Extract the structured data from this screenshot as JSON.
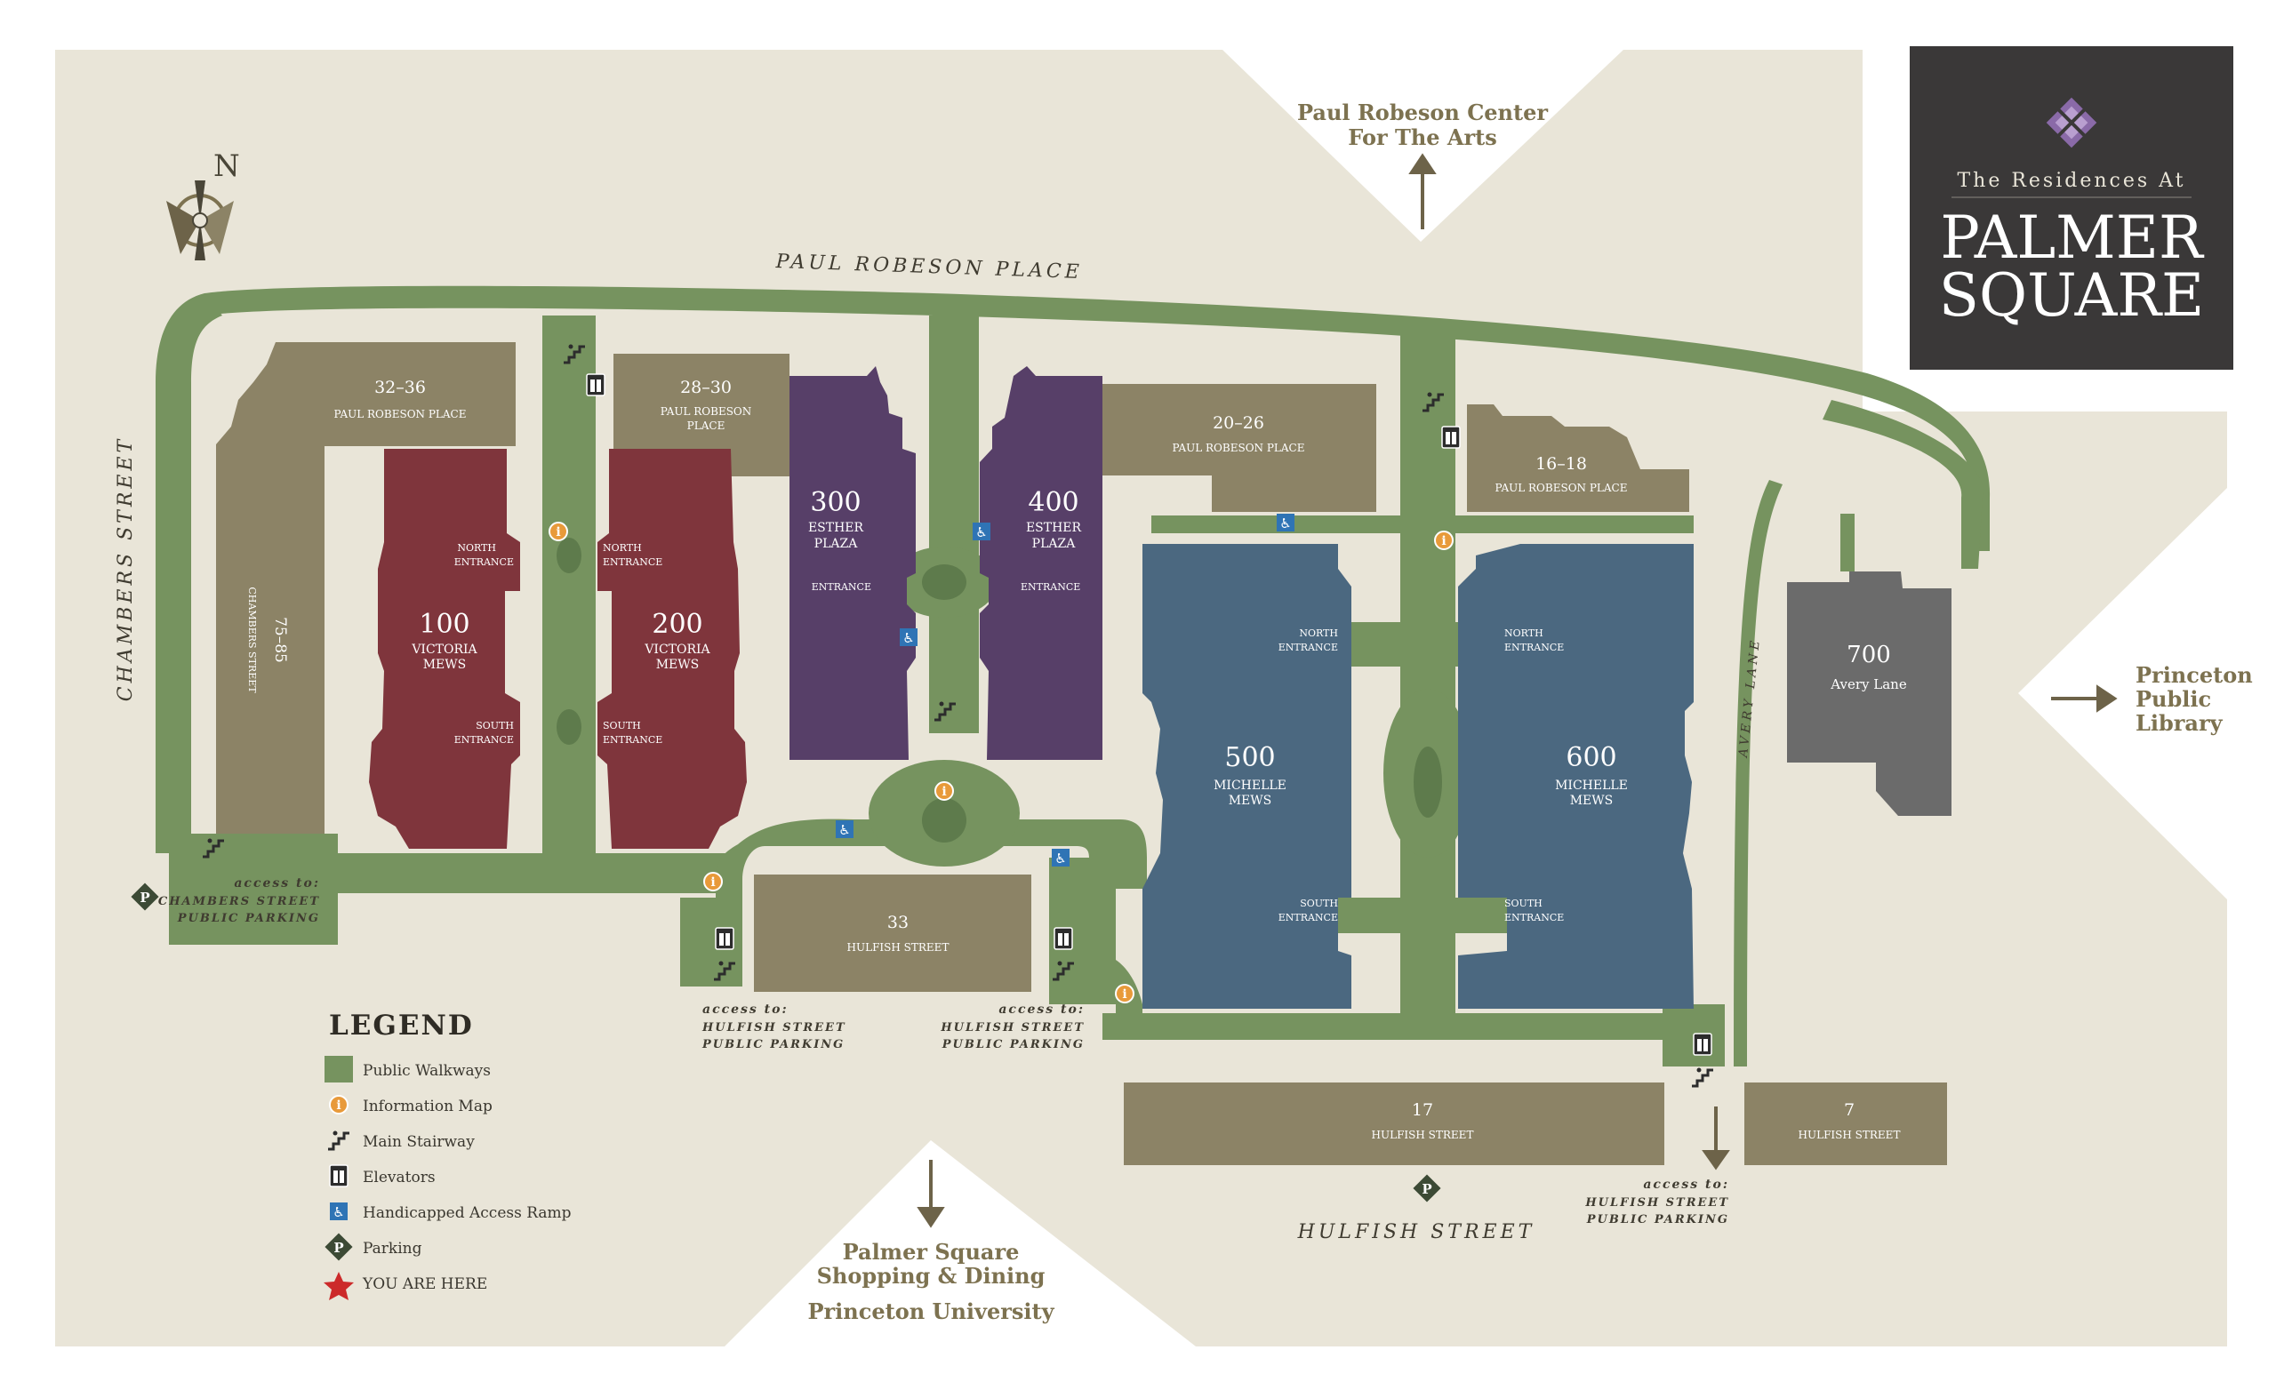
{
  "colors": {
    "background": "#e9e5d8",
    "walkway": "#76935f",
    "beige_building": "#8c8366",
    "red_building": "#7f353c",
    "purple_building": "#573f68",
    "blue_building": "#4b6880",
    "gray_building": "#6b6b6b",
    "logo_bg": "#3a3838",
    "info": "#e89a3a",
    "access": "#2f74b5",
    "parking": "#3c4a35",
    "star": "#cc2a2a"
  },
  "streets": {
    "top": "PAUL ROBESON PLACE",
    "left": "CHAMBERS STREET",
    "bottom": "HULFISH STREET",
    "right": "AVERY LANE"
  },
  "destinations": {
    "top_line1": "Paul Robeson Center",
    "top_line2": "For The Arts",
    "right_line1": "Princeton",
    "right_line2": "Public",
    "right_line3": "Library",
    "bottom_line1": "Palmer Square",
    "bottom_line2": "Shopping & Dining",
    "bottom_line3": "Princeton University"
  },
  "logo": {
    "line1": "The Residences At",
    "line2": "PALMER",
    "line3": "SQUARE"
  },
  "buildings": {
    "b32": {
      "number": "32–36",
      "name": "PAUL ROBESON PLACE"
    },
    "b28": {
      "number": "28–30",
      "name1": "PAUL ROBESON",
      "name2": "PLACE"
    },
    "b75": {
      "number": "75–85",
      "name": "CHAMBERS STREET"
    },
    "b100": {
      "number": "100",
      "name1": "VICTORIA",
      "name2": "MEWS",
      "north": [
        "NORTH",
        "ENTRANCE"
      ],
      "south": [
        "SOUTH",
        "ENTRANCE"
      ]
    },
    "b200": {
      "number": "200",
      "name1": "VICTORIA",
      "name2": "MEWS",
      "north": [
        "NORTH",
        "ENTRANCE"
      ],
      "south": [
        "SOUTH",
        "ENTRANCE"
      ]
    },
    "b300": {
      "number": "300",
      "name1": "ESTHER",
      "name2": "PLAZA",
      "entrance": "ENTRANCE"
    },
    "b400": {
      "number": "400",
      "name1": "ESTHER",
      "name2": "PLAZA",
      "entrance": "ENTRANCE"
    },
    "b20": {
      "number": "20–26",
      "name": "PAUL ROBESON PLACE"
    },
    "b16": {
      "number": "16–18",
      "name": "PAUL ROBESON PLACE"
    },
    "b500": {
      "number": "500",
      "name1": "MICHELLE",
      "name2": "MEWS",
      "north": [
        "NORTH",
        "ENTRANCE"
      ],
      "south": [
        "SOUTH",
        "ENTRANCE"
      ]
    },
    "b600": {
      "number": "600",
      "name1": "MICHELLE",
      "name2": "MEWS",
      "north": [
        "NORTH",
        "ENTRANCE"
      ],
      "south": [
        "SOUTH",
        "ENTRANCE"
      ]
    },
    "b700": {
      "number": "700",
      "name": "Avery Lane"
    },
    "b33": {
      "number": "33",
      "name": "HULFISH STREET"
    },
    "b17": {
      "number": "17",
      "name": "HULFISH STREET"
    },
    "b7": {
      "number": "7",
      "name": "HULFISH STREET"
    }
  },
  "access_notes": {
    "chambers": [
      "access to:",
      "CHAMBERS STREET",
      "PUBLIC PARKING"
    ],
    "hulfish1": [
      "access to:",
      "HULFISH STREET",
      "PUBLIC PARKING"
    ],
    "hulfish2": [
      "access to:",
      "HULFISH STREET",
      "PUBLIC PARKING"
    ],
    "hulfish3": [
      "access to:",
      "HULFISH STREET",
      "PUBLIC PARKING"
    ]
  },
  "compass": "N",
  "legend": {
    "title": "LEGEND",
    "items": [
      {
        "label": "Public Walkways",
        "icon": "walkway-swatch"
      },
      {
        "label": "Information Map",
        "icon": "info-icon"
      },
      {
        "label": "Main Stairway",
        "icon": "stairs-icon"
      },
      {
        "label": "Elevators",
        "icon": "elevator-icon"
      },
      {
        "label": "Handicapped Access Ramp",
        "icon": "wheelchair-icon"
      },
      {
        "label": "Parking",
        "icon": "parking-icon"
      },
      {
        "label": "YOU ARE HERE",
        "icon": "star-icon"
      }
    ]
  },
  "icon_glyphs": {
    "info": "i",
    "parking": "P",
    "access": "♿"
  }
}
